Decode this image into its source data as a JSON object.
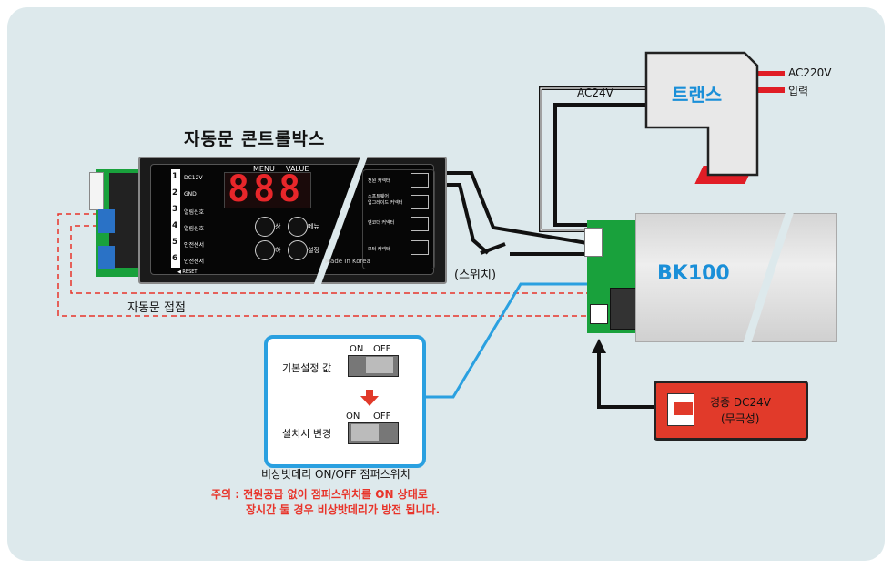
{
  "control_box": {
    "title": "자동문 콘트롤박스",
    "display": {
      "digits": "888",
      "menu_label": "MENU",
      "value_label": "VALUE"
    },
    "terminals": [
      {
        "num": "1",
        "label": "DC12V"
      },
      {
        "num": "2",
        "label": "GND"
      },
      {
        "num": "3",
        "label": "열림신호"
      },
      {
        "num": "4",
        "label": "열림신호"
      },
      {
        "num": "5",
        "label": "안전센서"
      },
      {
        "num": "6",
        "label": "안전센서"
      }
    ],
    "reset_label": "◀ RESET",
    "buttons": {
      "up": "상",
      "menu": "메뉴",
      "down": "하",
      "set": "설정"
    },
    "connectors": [
      "전원 커넥터",
      "소프트웨어\n업그레이드 커넥터",
      "엔코더 커넥터",
      "모터 커넥터"
    ],
    "made_in": "Made In Korea"
  },
  "transformer": {
    "label": "트랜스",
    "input_label": "AC220V",
    "input_sub": "입력",
    "output_label": "AC24V"
  },
  "switch_label": "(스위치)",
  "door_contact_label": "자동문 접점",
  "bk100": {
    "label": "BK100"
  },
  "battery": {
    "label_line1": "경종 DC24V",
    "label_line2": "(무극성)"
  },
  "jumper_box": {
    "default_label": "기본설정 값",
    "install_label": "설치시 변경",
    "on": "ON",
    "off": "OFF",
    "caption": "비상밧데리 ON/OFF 점퍼스위치"
  },
  "warning": {
    "line1": "주의 : 전원공급 없이 점퍼스위치를 ON 상태로",
    "line2": "장시간 둘 경우 비상밧데리가 방전 됩니다."
  },
  "colors": {
    "background": "#dde9ec",
    "accent_blue": "#1a8fd8",
    "warning_red": "#e8342a",
    "battery_red": "#e13a2a",
    "pcb_green": "#19a13c"
  }
}
